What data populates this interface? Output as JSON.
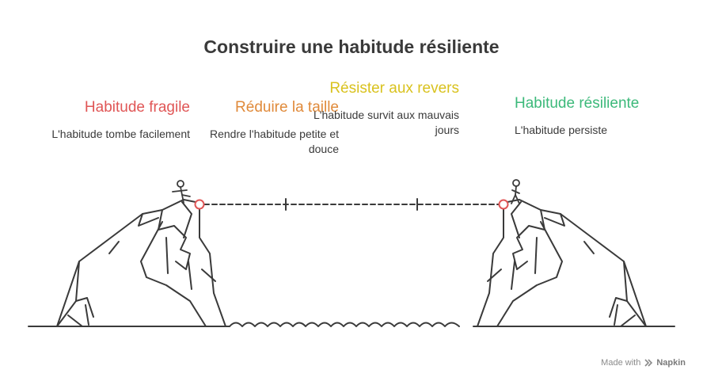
{
  "title": "Construire une habitude résiliente",
  "stages": [
    {
      "title": "Habitude fragile",
      "description": "L'habitude tombe facilement",
      "color": "#e05656"
    },
    {
      "title": "Réduire la taille",
      "description": "Rendre l'habitude petite et douce",
      "color": "#e08a3a"
    },
    {
      "title": "Résister aux revers",
      "description": "L'habitude survit aux mauvais jours",
      "color": "#d9c21e"
    },
    {
      "title": "Habitude résiliente",
      "description": "L'habitude persiste",
      "color": "#3cb97a"
    }
  ],
  "footer": {
    "prefix": "Made with",
    "brand": "Napkin"
  },
  "colors": {
    "line": "#3a3a3a",
    "marker": "#e05656"
  }
}
